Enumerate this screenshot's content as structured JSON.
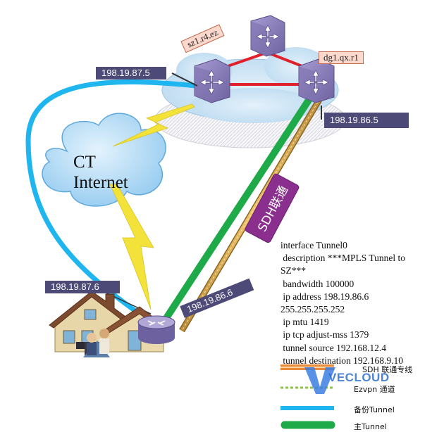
{
  "routers": {
    "top": {
      "name": ""
    },
    "left": {
      "name": "sz1.r4.ez"
    },
    "right": {
      "name": "dg1.qx.r1"
    }
  },
  "ip_labels": {
    "left_router": "198.19.87.5",
    "right_router": "198.19.86.5",
    "branch_blue": "198.19.87.6",
    "branch_green": "198.19.86.6"
  },
  "cloud": {
    "line1": "CT",
    "line2": "Internet"
  },
  "sdh_badge": {
    "text": "SDH联通"
  },
  "config_lines": [
    "interface Tunnel0",
    " description ***MPLS Tunnel to SZ***",
    " bandwidth 100000",
    " ip address 198.19.86.6 255.255.255.252",
    " ip mtu 1419",
    " ip tcp adjust-mss 1379",
    " tunnel source 192.168.12.4",
    " tunnel destination 192.168.9.10"
  ],
  "legend": [
    {
      "label": "SDH 联通专线",
      "color": "#e9893a",
      "style": "sdh"
    },
    {
      "label": "Ezvpn 通道",
      "color": "#8cc63f",
      "style": "dotted"
    },
    {
      "label": "备份Tunnel",
      "color": "#1fb5ee",
      "style": "solid"
    },
    {
      "label": "主Tunnel",
      "color": "#1faa4a",
      "style": "thick"
    }
  ],
  "watermark": {
    "text": "VECLOUD"
  },
  "colors": {
    "backup_tunnel": "#1fb5ee",
    "main_tunnel": "#1faa4a",
    "sdh_line": "#d8a24a",
    "lightning": "#f2e23a",
    "router_purple": "#8a7fb6",
    "cloud_blue": "#aad7f5",
    "ip_tag_bg": "#4e4a78",
    "link_red": "#e0202a"
  }
}
